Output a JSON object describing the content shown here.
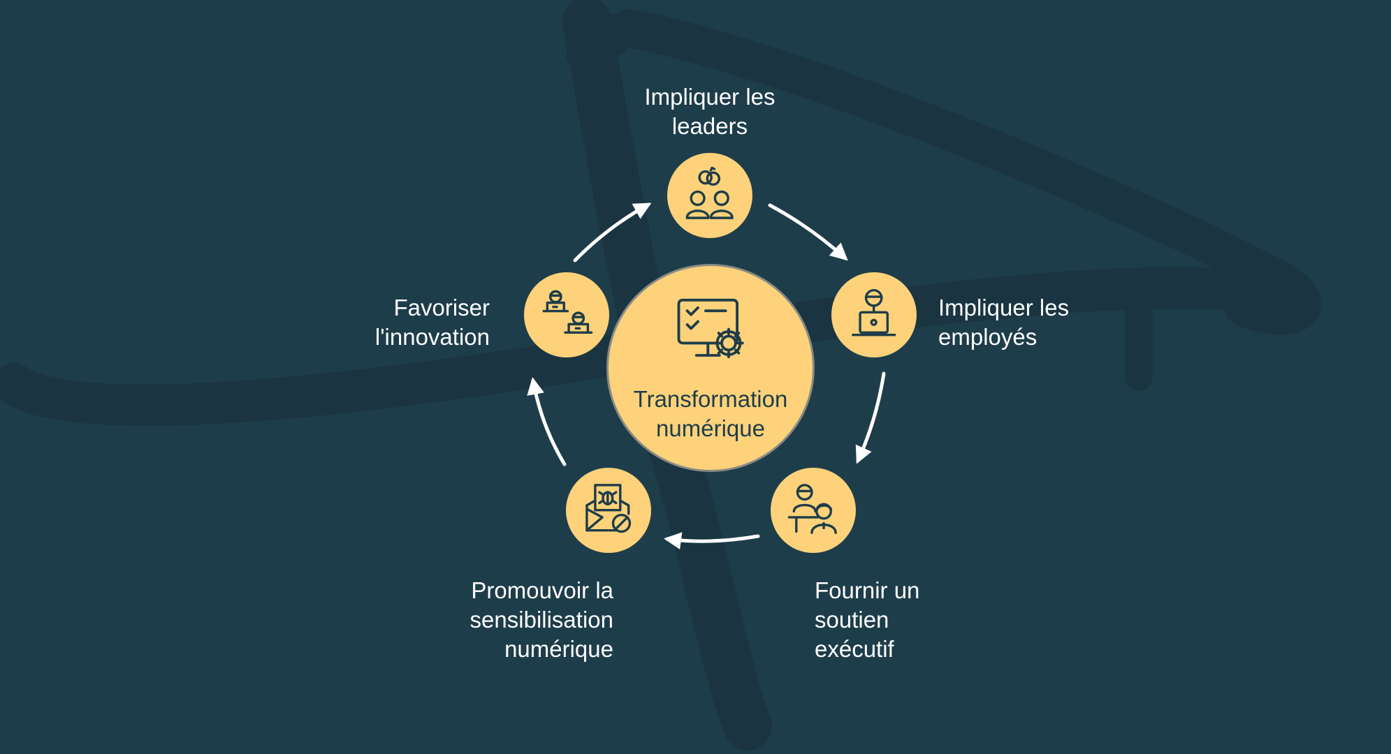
{
  "center": {
    "label": "Transformation numérique",
    "icon": "monitor-checklist-gear-icon"
  },
  "steps": [
    {
      "id": "leaders",
      "label": "Impliquer les\nleaders",
      "icon": "leaders-team-icon"
    },
    {
      "id": "employes",
      "label": "Impliquer les\nemployés",
      "icon": "employee-laptop-icon"
    },
    {
      "id": "soutien",
      "label": "Fournir un\nsoutien\nexécutif",
      "icon": "executive-support-icon"
    },
    {
      "id": "sensibilisation",
      "label": "Promouvoir la\nsensibilisation\nnumérique",
      "icon": "email-bug-block-icon"
    },
    {
      "id": "innovation",
      "label": "Favoriser\nl'innovation",
      "icon": "people-laptops-icon"
    }
  ],
  "colors": {
    "background": "#1e3d4a",
    "node": "#fdd27a",
    "text": "#ffffff",
    "icon_stroke": "#1e3d4a"
  }
}
